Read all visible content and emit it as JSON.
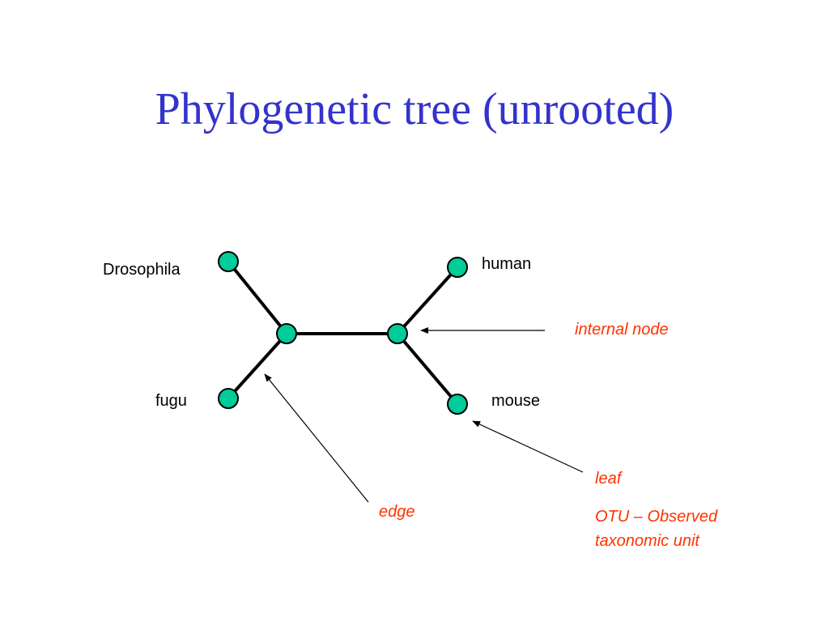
{
  "title": "Phylogenetic tree (unrooted)",
  "colors": {
    "title": "#3333cc",
    "node_fill": "#00cc99",
    "edge": "#000000",
    "annotation": "#ff3300"
  },
  "leaves": {
    "drosophila": "Drosophila",
    "human": "human",
    "fugu": "fugu",
    "mouse": "mouse"
  },
  "annotations": {
    "internal_node": "internal node",
    "edge": "edge",
    "leaf": "leaf",
    "otu_line1": "OTU – Observed",
    "otu_line2": "taxonomic unit"
  }
}
